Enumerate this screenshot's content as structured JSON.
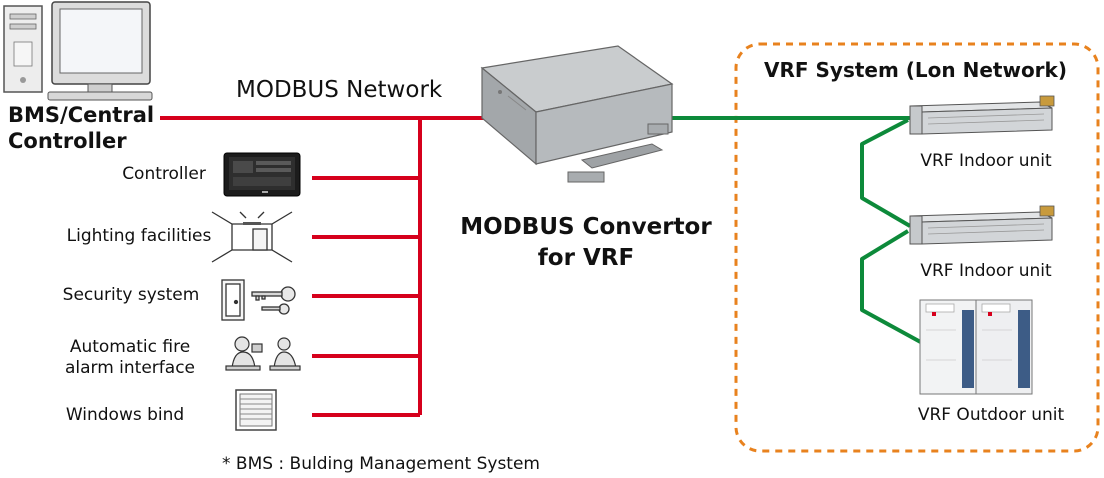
{
  "colors": {
    "modbus_line": "#d6001c",
    "lon_line": "#0d8a3a",
    "vrf_box_border": "#e8821e"
  },
  "bms": {
    "title_line1": "BMS/Central",
    "title_line2": "Controller",
    "icon": "desktop-computer-icon"
  },
  "network": {
    "label": "MODBUS Network"
  },
  "devices": [
    {
      "label": "Controller",
      "icon": "touch-panel-controller-icon"
    },
    {
      "label": "Lighting facilities",
      "icon": "room-light-icon"
    },
    {
      "label": "Security system",
      "icon": "door-key-icon"
    },
    {
      "label_line1": "Automatic fire",
      "label_line2": "alarm interface",
      "icon": "operator-figures-icon"
    },
    {
      "label": "Windows bind",
      "icon": "window-blind-icon"
    }
  ],
  "convertor": {
    "line1": "MODBUS Convertor",
    "line2": "for VRF",
    "icon": "convertor-box-icon"
  },
  "vrf": {
    "title": "VRF System (Lon Network)",
    "indoor1": "VRF Indoor unit",
    "indoor2": "VRF Indoor unit",
    "outdoor": "VRF Outdoor unit"
  },
  "footnote": "* BMS : Bulding Management System"
}
